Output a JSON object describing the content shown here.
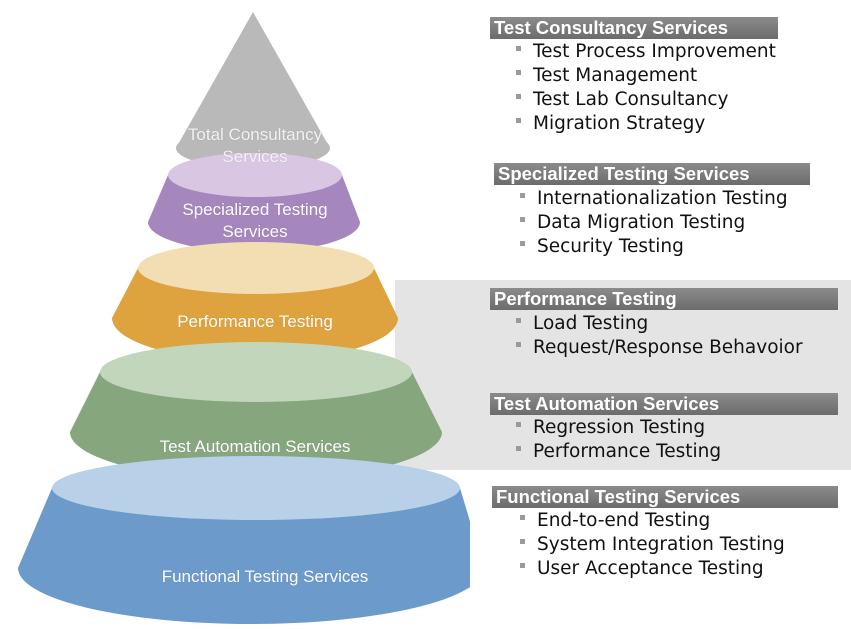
{
  "tiers": [
    {
      "name": "Test Consultancy Services",
      "pyramid_label": "Total Consultancy\nServices",
      "color": "#b9b9b9",
      "top_color": "#dadada",
      "items": [
        "Test Process Improvement",
        "Test Management",
        "Test Lab Consultancy",
        "Migration Strategy"
      ]
    },
    {
      "name": "Specialized Testing Services",
      "pyramid_label": "Specialized Testing\nServices",
      "color": "#a586bd",
      "top_color": "#d9c6e3",
      "items": [
        "Internationalization Testing",
        "Data Migration Testing",
        "Security Testing"
      ]
    },
    {
      "name": "Performance Testing",
      "pyramid_label": "Performance Testing",
      "color": "#dea23e",
      "top_color": "#f2deb2",
      "items": [
        "Load Testing",
        "Request/Response Behavoior"
      ]
    },
    {
      "name": "Test Automation Services",
      "pyramid_label": "Test Automation Services",
      "color": "#86a77d",
      "top_color": "#c2d6bc",
      "items": [
        "Regression Testing",
        "Performance Testing"
      ]
    },
    {
      "name": "Functional Testing Services",
      "pyramid_label": "Functional Testing Services",
      "color": "#6c9acb",
      "top_color": "#b8d0e8",
      "items": [
        "End-to-end Testing",
        "System Integration Testing",
        "User Acceptance Testing"
      ]
    }
  ],
  "colors": {
    "header_bg": "#777777",
    "header_text": "#ffffff",
    "band_bg": "#e4e4e4",
    "bullet": "#9a9a9a"
  }
}
